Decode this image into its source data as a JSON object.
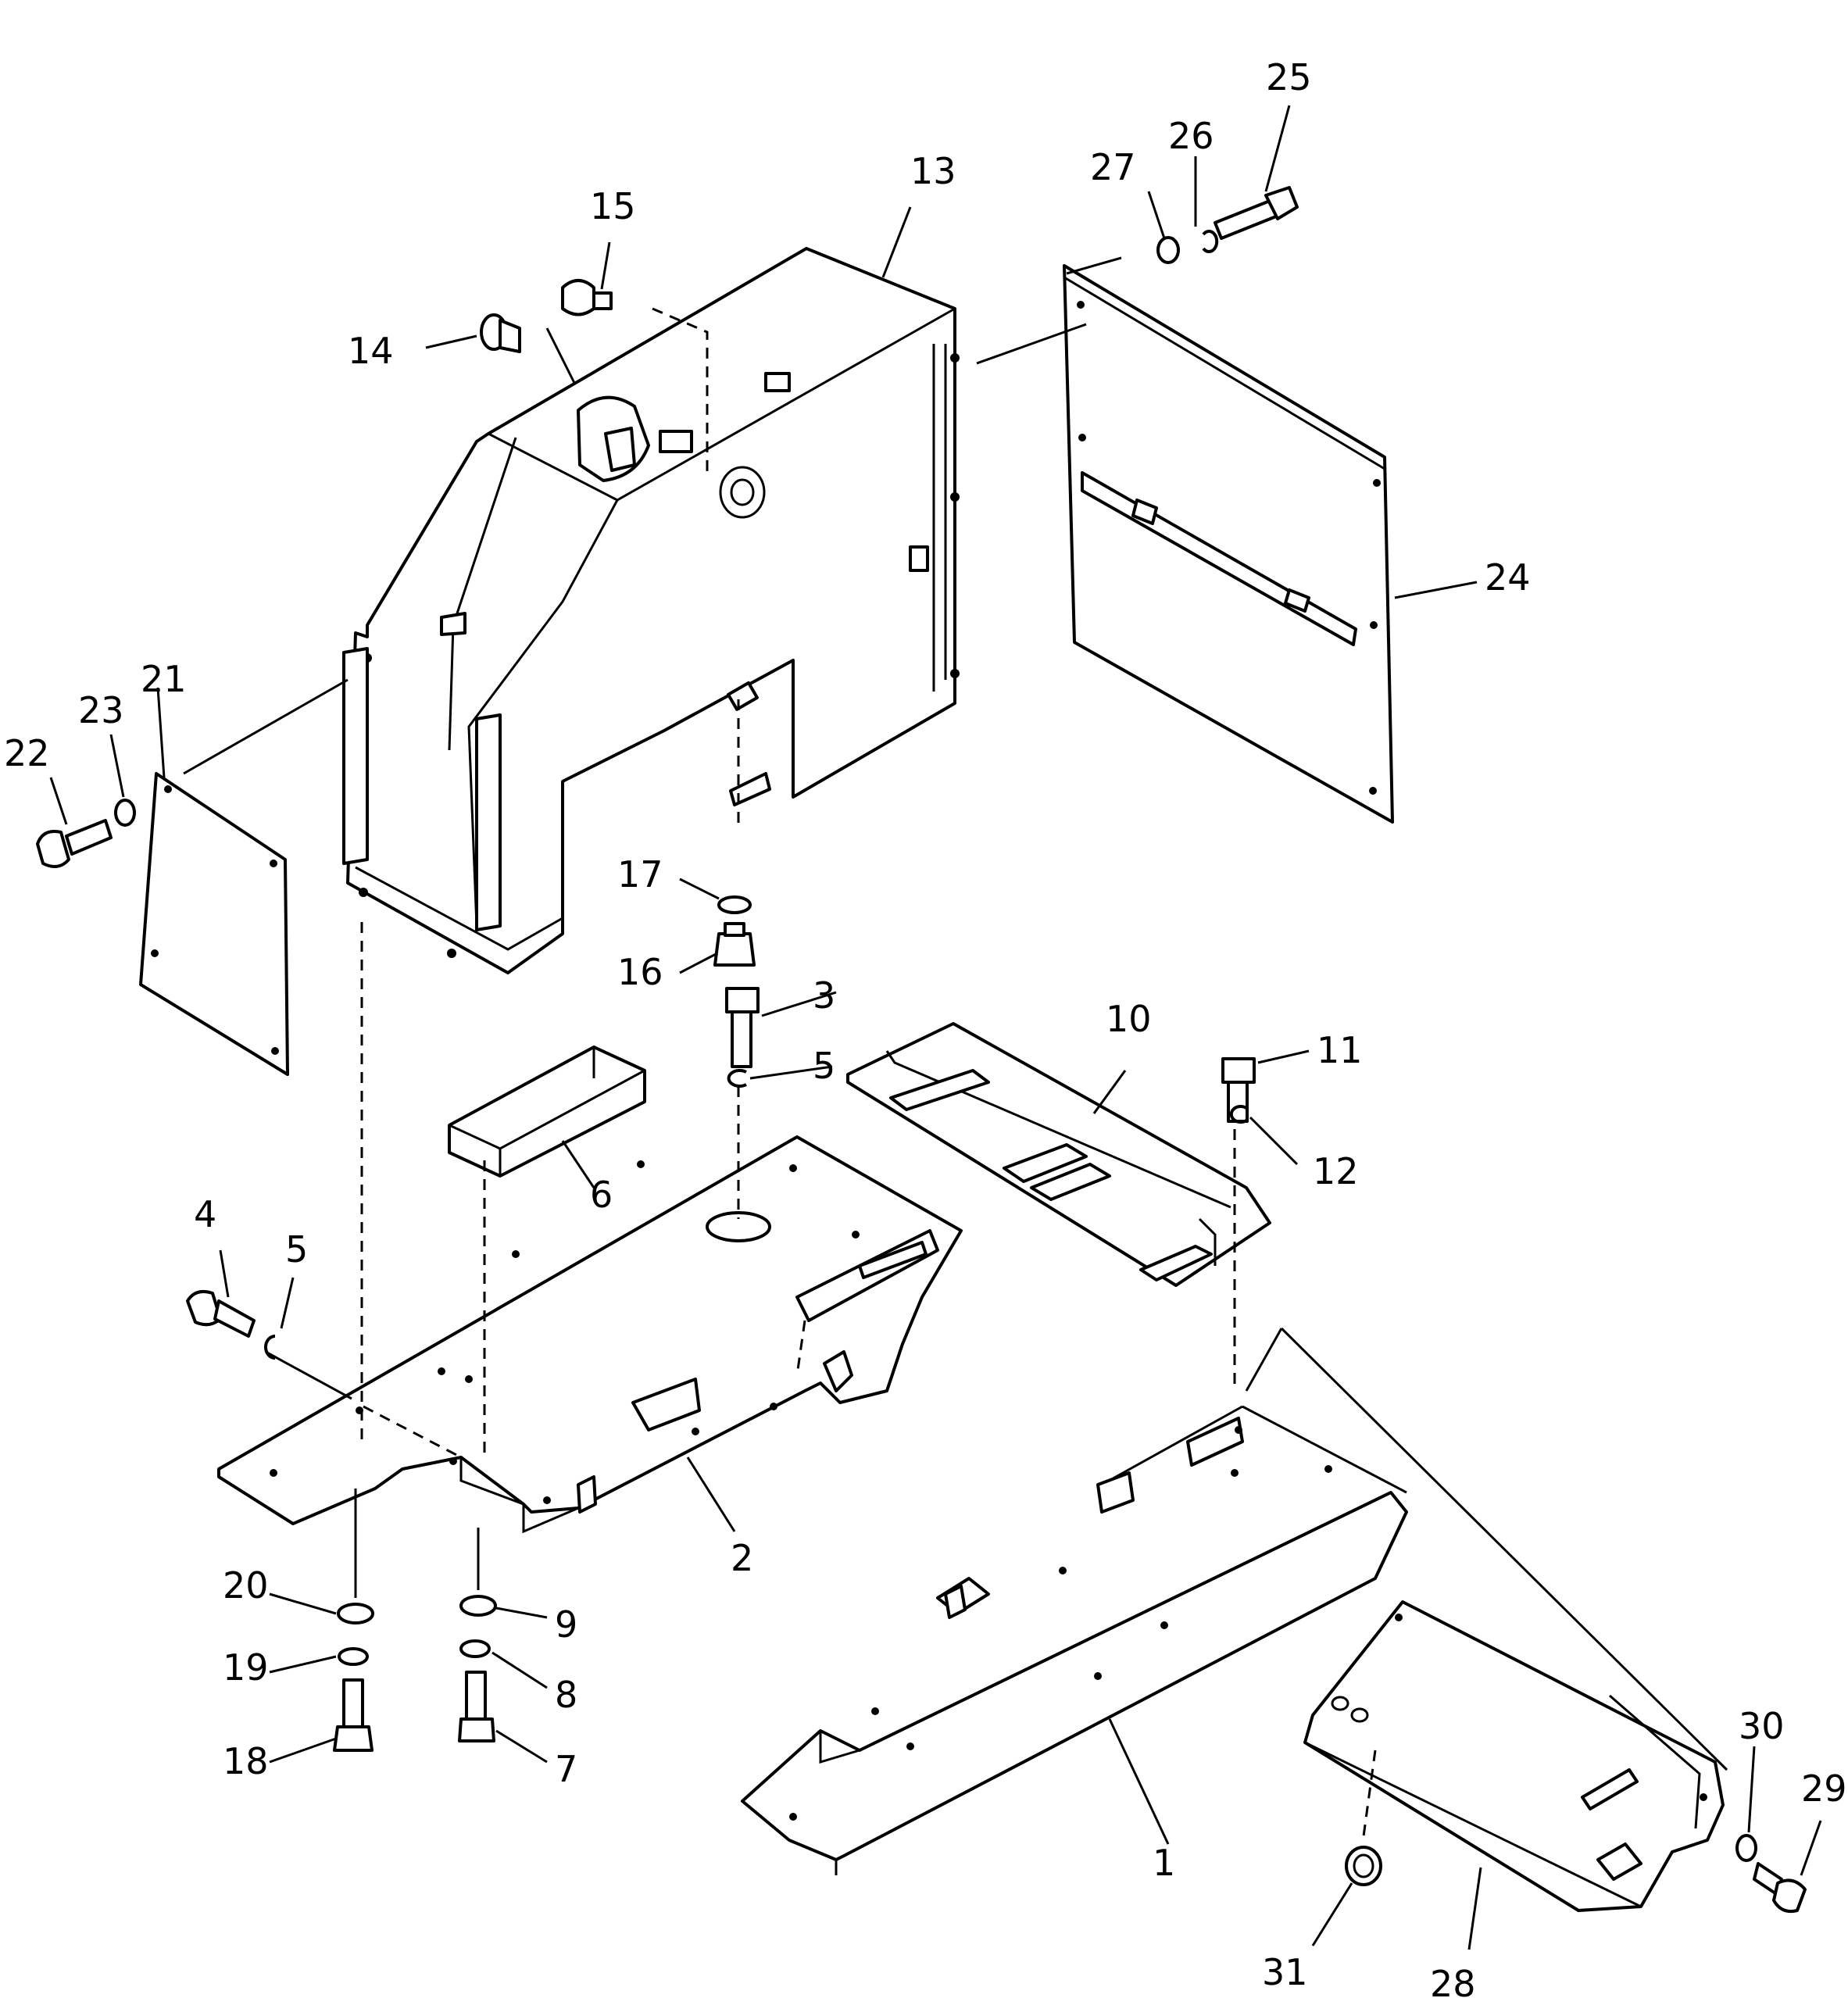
{
  "callouts": {
    "c1": "1",
    "c2": "2",
    "c3": "3",
    "c4": "4",
    "c5a": "5",
    "c5b": "5",
    "c6": "6",
    "c7": "7",
    "c8": "8",
    "c9": "9",
    "c10": "10",
    "c11": "11",
    "c12": "12",
    "c13": "13",
    "c14": "14",
    "c15": "15",
    "c16": "16",
    "c17": "17",
    "c18": "18",
    "c19": "19",
    "c20": "20",
    "c21": "21",
    "c22": "22",
    "c23": "23",
    "c24": "24",
    "c25": "25",
    "c26": "26",
    "c27": "27",
    "c28": "28",
    "c29": "29",
    "c30": "30",
    "c31": "31"
  },
  "colors": {
    "ink": "#000000",
    "paper": "#ffffff"
  }
}
